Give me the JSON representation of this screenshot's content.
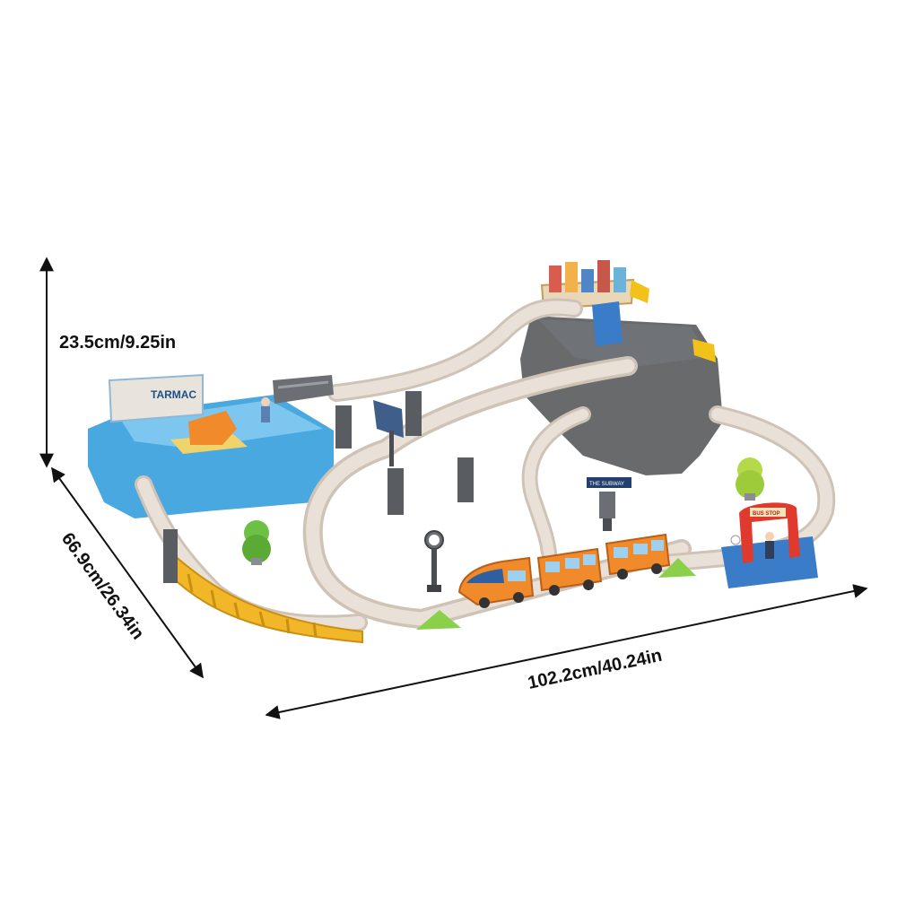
{
  "dimensions": {
    "height": "23.5cm/9.25in",
    "depth": "66.9cm/26.34in",
    "width": "102.2cm/40.24in"
  },
  "signs": {
    "airport_sign": "TARMAC",
    "station_board": "THE SUBWAY",
    "bus_stop_sign": "BUS STOP"
  },
  "colors": {
    "track": "#e9e1d8",
    "track_edge": "#cfc3b6",
    "airport_base": "#4aa8e0",
    "mountain": "#5b5d60",
    "train_orange": "#f08a2a",
    "bridge_yellow": "#f2b728",
    "bus_stop_red": "#e03a2f",
    "tree_green": "#6cc043"
  }
}
